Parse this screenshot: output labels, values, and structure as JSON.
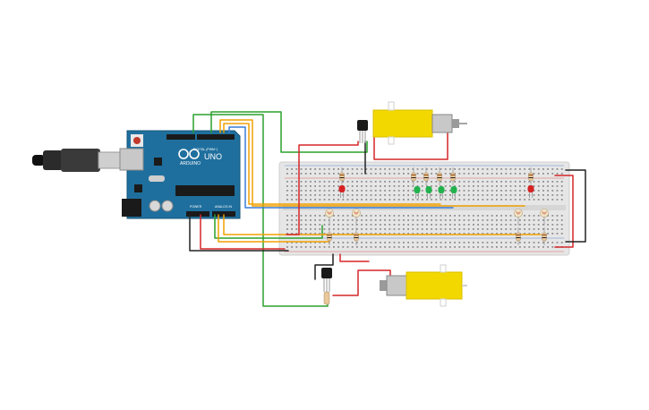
{
  "board": {
    "brand": "ARDUINO",
    "model": "UNO",
    "digital_label": "DIGITAL (PWM~)",
    "power_label": "POWER",
    "analog_label": "ANALOG IN",
    "icon": "arduino-infinity-logo"
  },
  "components": {
    "usb_cable": "usb-cable",
    "motor": "dc-gear-motor",
    "transistor": "npn-transistor",
    "led_red": "red-led",
    "led_green": "green-led",
    "photoresistor": "photoresistor",
    "resistor": "resistor"
  },
  "colors": {
    "board": "#1f6f9e",
    "breadboard": "#e6e6e6",
    "wire_green": "#2ca02c",
    "wire_red": "#d62728",
    "wire_orange": "#f0a000",
    "wire_black": "#222222",
    "motor_yellow": "#f3d800",
    "led_red": "#d62222",
    "led_green": "#22b24c"
  }
}
